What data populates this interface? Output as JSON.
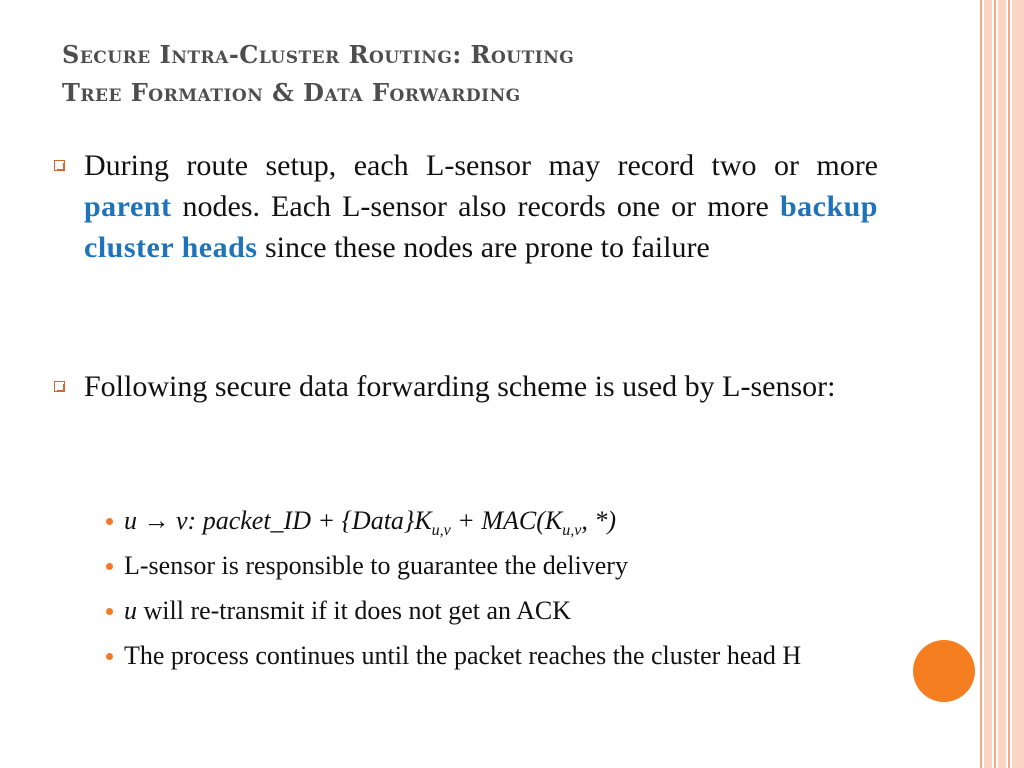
{
  "slide": {
    "title_line1": "Secure Intra-Cluster Routing: Routing",
    "title_line2": "Tree Formation & Data Forwarding",
    "bullets": [
      {
        "t1": "During route setup, each L-sensor may record two or more ",
        "h1": "parent",
        "t2": " nodes. Each L-sensor also records one or more ",
        "h2": "backup cluster heads",
        "t3": " since these nodes are prone to failure"
      },
      {
        "text": "Following secure data forwarding scheme is used by L-sensor:"
      }
    ],
    "sub_bullets": {
      "formula": {
        "part1": "u → v: packet_ID + {Data}K",
        "sub1": "u,v",
        "part2": " + MAC(K",
        "sub2": "u,v",
        "part3": ", *)"
      },
      "item2": "L-sensor is responsible to guarantee the delivery",
      "item3_var": "u",
      "item3_rest": " will re-transmit if it does not get an ACK",
      "item4": "The process continues until the packet reaches the cluster head H"
    },
    "colors": {
      "title": "#4e4e4e",
      "highlight": "#1f73b8",
      "accent": "#f57f20",
      "stripe_light": "#fbd6c4",
      "stripe_dark": "#f4a98a"
    }
  }
}
